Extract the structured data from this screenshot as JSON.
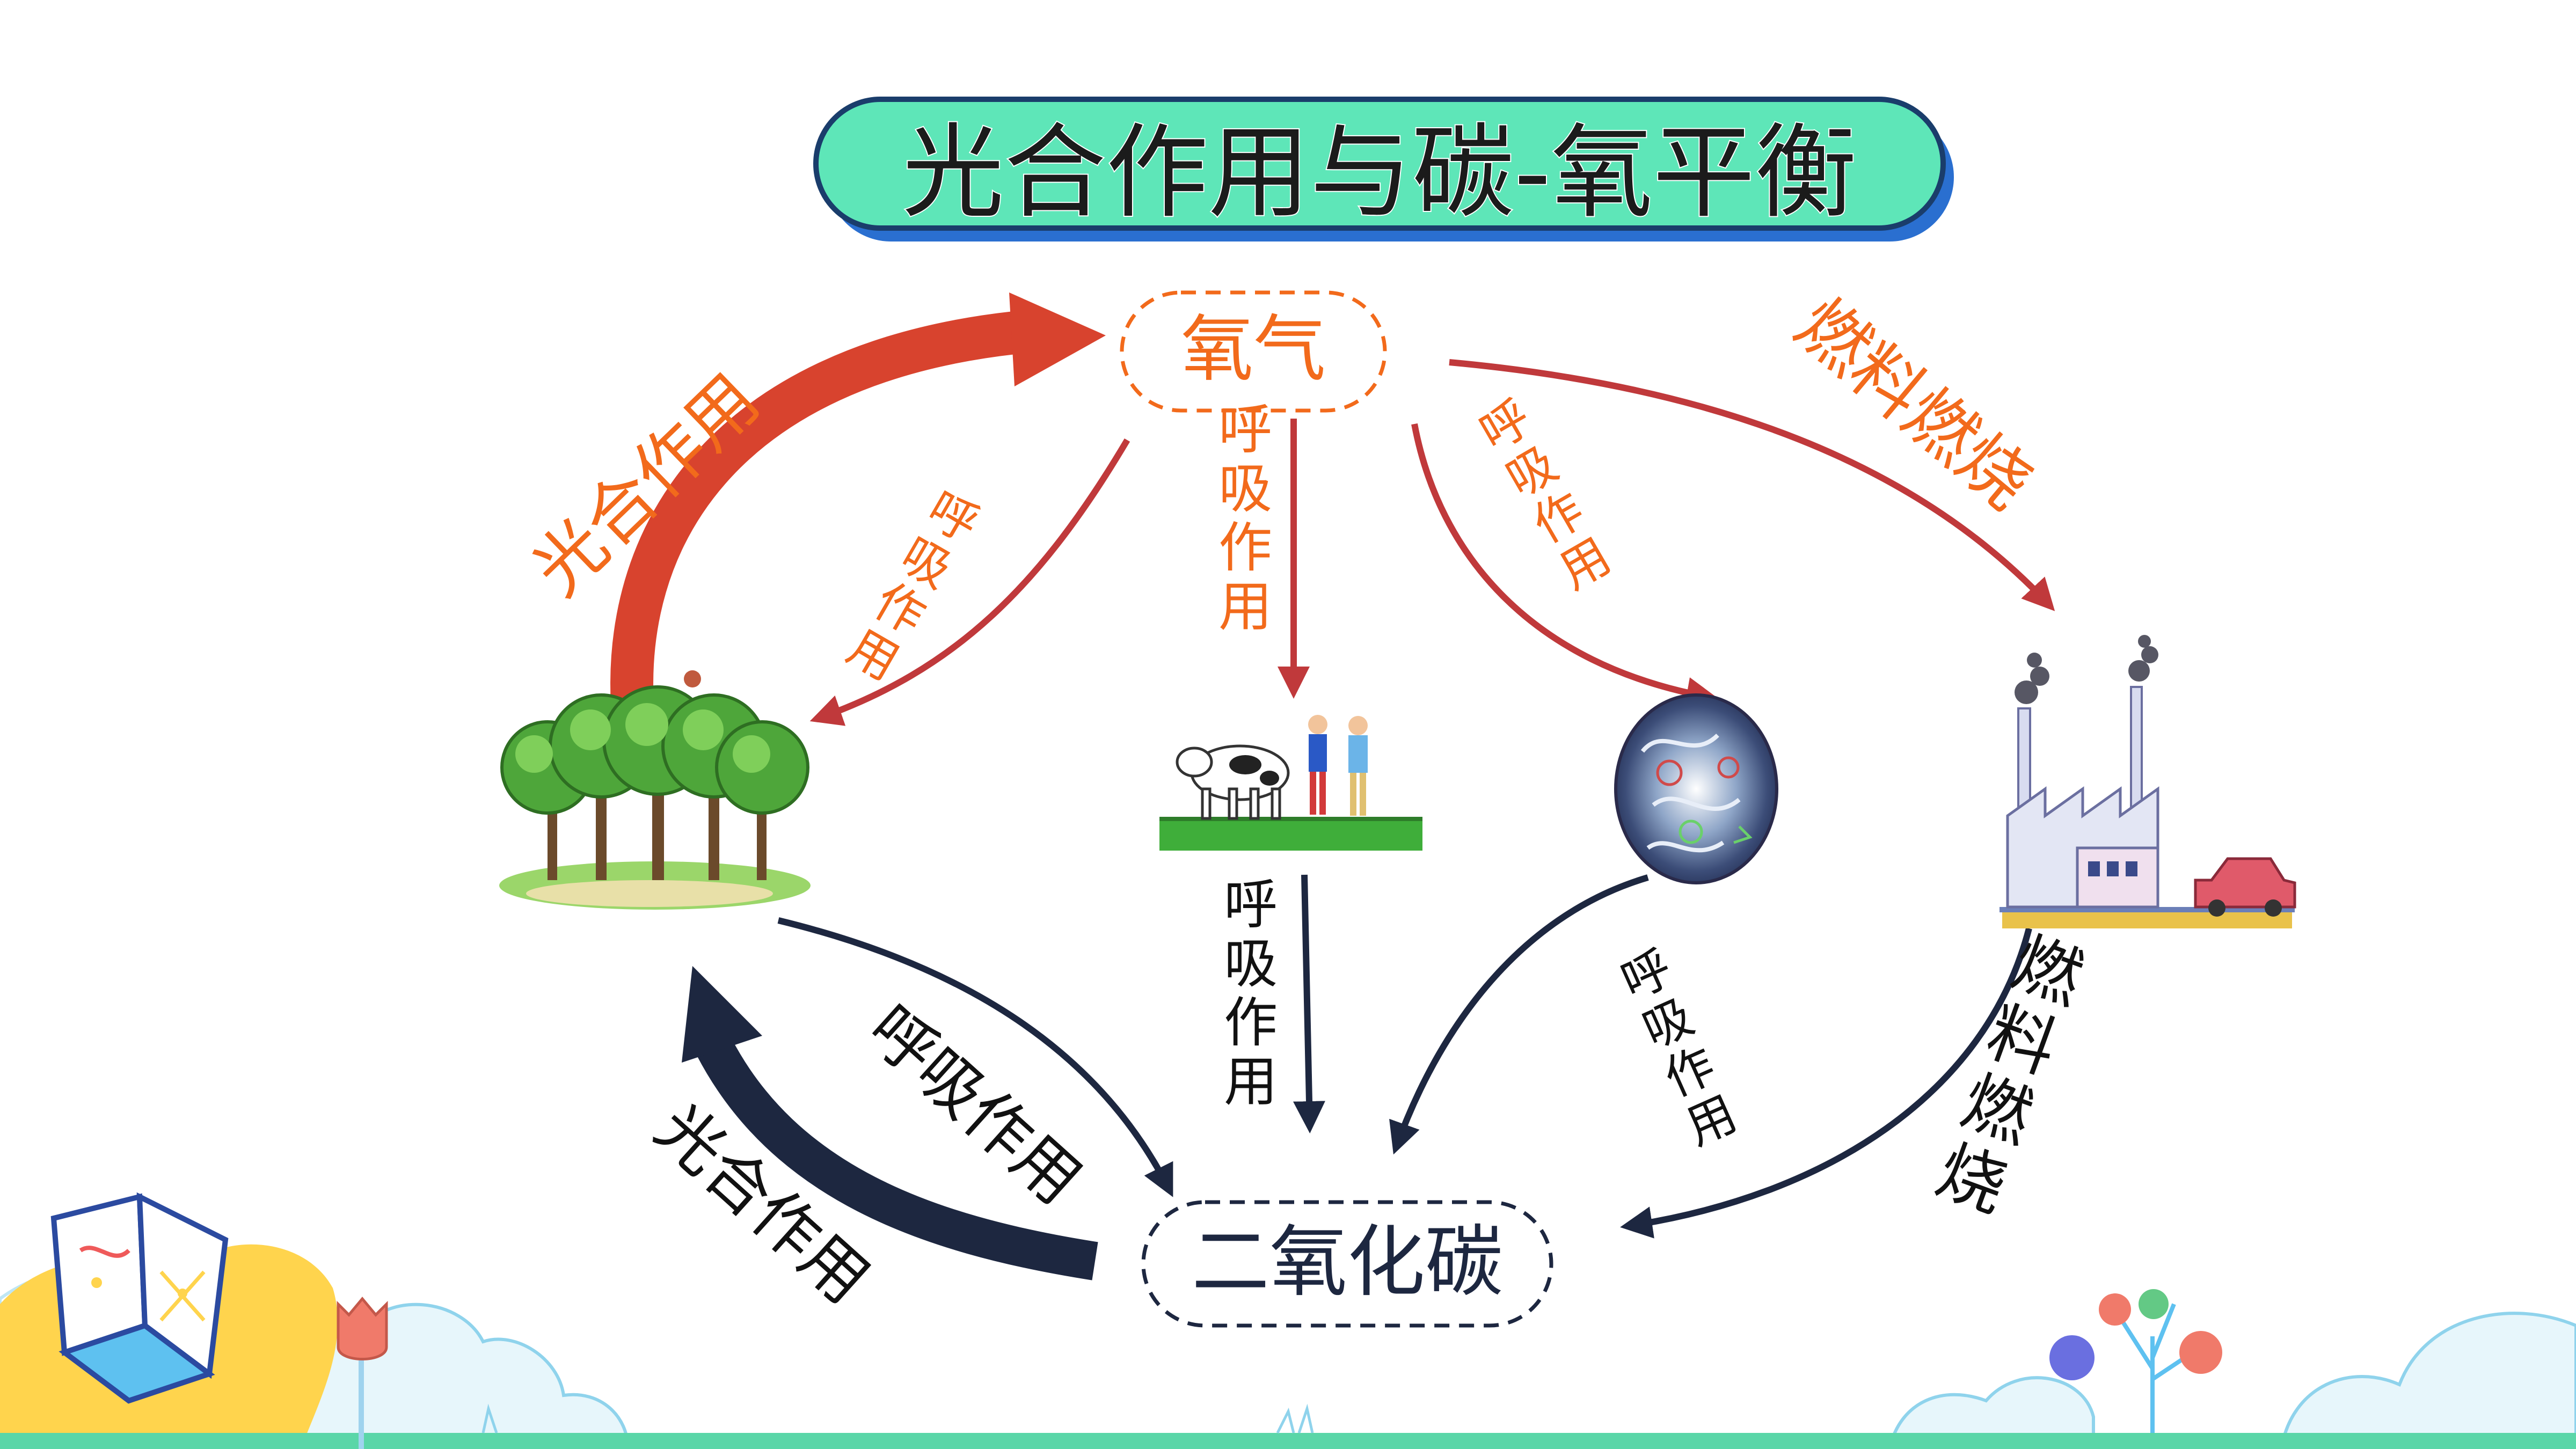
{
  "title": "光合作用与碳-氧平衡",
  "nodes": {
    "oxygen": "氧气",
    "co2": "二氧化碳"
  },
  "labels": {
    "photosynthesis_orange": "光合作用",
    "resp_left_orange": "呼吸作用",
    "resp_mid_orange": "呼吸作用",
    "resp_right_orange": "呼吸作用",
    "fuel_orange": "燃料燃烧",
    "photosynthesis_black": "光合作用",
    "resp_left_black": "呼吸作用",
    "resp_mid_black": "呼吸作用",
    "resp_right_black": "呼吸作用",
    "fuel_black": "燃料燃烧"
  },
  "colors": {
    "title_fill": "#5ee6b8",
    "title_border": "#1a3d6b",
    "title_shadow": "#2a6fd0",
    "orange_text": "#f26a1b",
    "red_arrow": "#c0393b",
    "big_red_arrow": "#d8432e",
    "dark_arrow": "#1d2740",
    "bottom_band": "#5ad6a8"
  },
  "icons": {
    "trees": "trees-illustration",
    "people": "cow-and-people-illustration",
    "microbes": "microbes-illustration",
    "factory": "factory-and-car-illustration",
    "book": "open-book-icon",
    "flower": "flower-icon",
    "balloons": "balloon-tree-icon"
  }
}
